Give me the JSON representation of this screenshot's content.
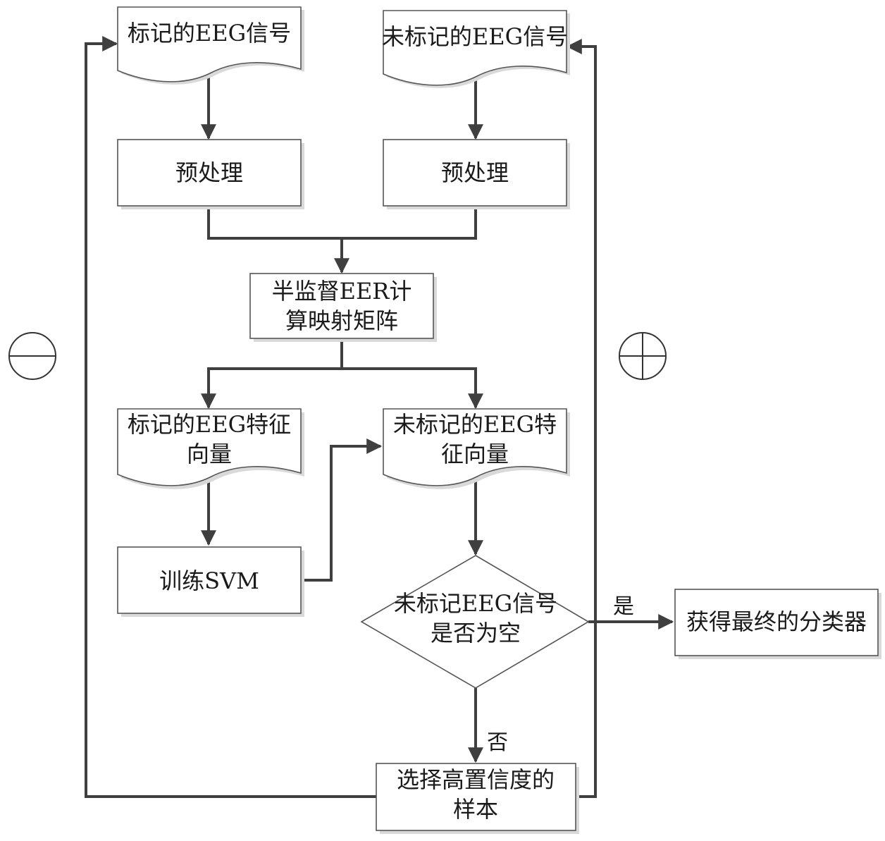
{
  "nodes": {
    "labeled_eeg_signal": {
      "lines": [
        "标记的EEG信号"
      ]
    },
    "unlabeled_eeg_signal": {
      "lines": [
        "未标记的EEG信号"
      ]
    },
    "preprocess_left": {
      "lines": [
        "预处理"
      ]
    },
    "preprocess_right": {
      "lines": [
        "预处理"
      ]
    },
    "semi_supervised_eer": {
      "lines": [
        "半监督EER计",
        "算映射矩阵"
      ]
    },
    "labeled_feature_vector": {
      "lines": [
        "标记的EEG特征",
        "向量"
      ]
    },
    "unlabeled_feature_vector": {
      "lines": [
        "未标记的EEG特",
        "征向量"
      ]
    },
    "train_svm": {
      "lines": [
        "训练SVM"
      ]
    },
    "decision_empty": {
      "lines": [
        "未标记EEG信号",
        "是否为空"
      ]
    },
    "final_classifier": {
      "lines": [
        "获得最终的分类器"
      ]
    },
    "select_high_confidence": {
      "lines": [
        "选择高置信度的",
        "样本"
      ]
    }
  },
  "edges": {
    "yes_label": "是",
    "no_label": "否"
  },
  "symbols": {
    "left": "minus-circle",
    "right": "plus-circle"
  },
  "colors": {
    "line": "#3f3f3f",
    "border": "#555555",
    "shadow": "#d9d9d9"
  }
}
